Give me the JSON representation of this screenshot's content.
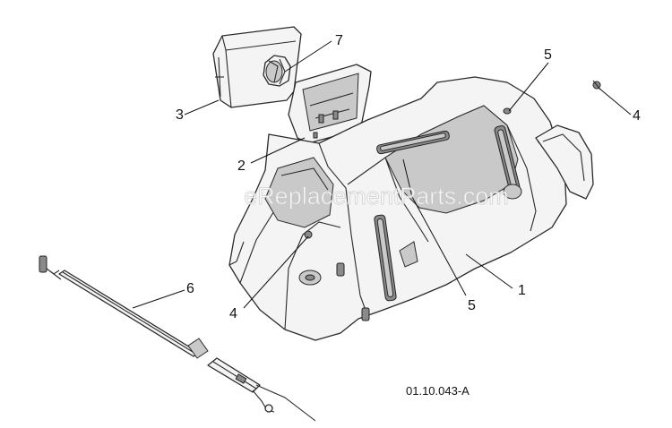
{
  "watermark": "eReplacementParts.com",
  "drawing_number": "01.10.043-A",
  "callouts": [
    {
      "id": "c1",
      "label": "1"
    },
    {
      "id": "c2",
      "label": "2"
    },
    {
      "id": "c3",
      "label": "3"
    },
    {
      "id": "c4a",
      "label": "4"
    },
    {
      "id": "c4b",
      "label": "4"
    },
    {
      "id": "c5a",
      "label": "5"
    },
    {
      "id": "c5b",
      "label": "5"
    },
    {
      "id": "c6",
      "label": "6"
    },
    {
      "id": "c7",
      "label": "7"
    }
  ]
}
